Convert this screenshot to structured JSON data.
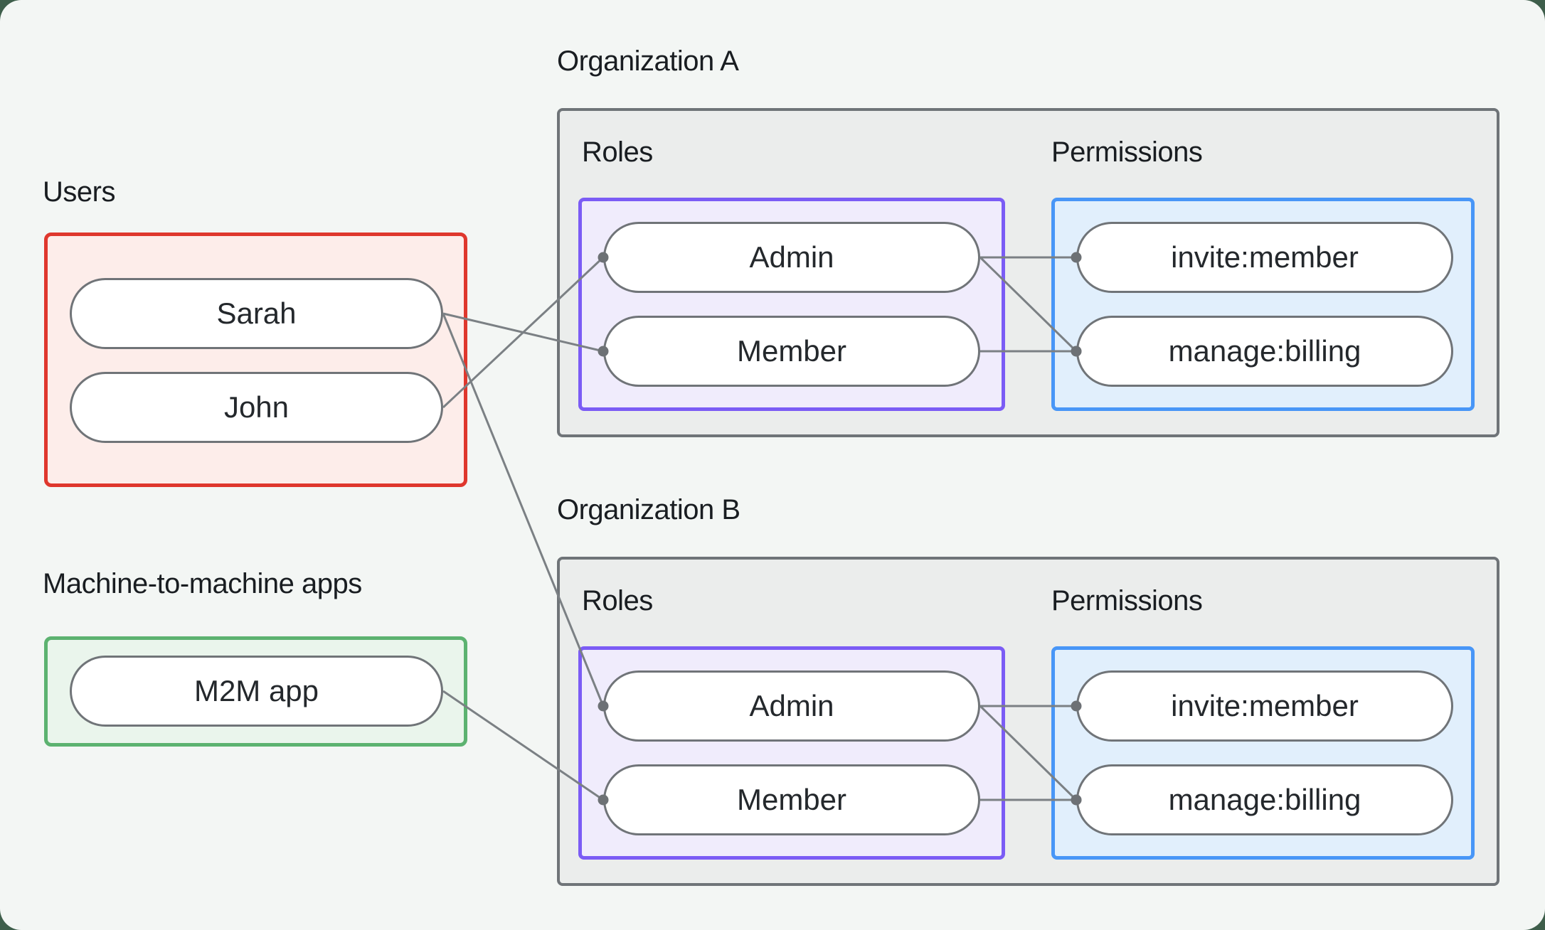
{
  "left_column": {
    "users_label": "Users",
    "users": [
      {
        "id": "sarah",
        "label": "Sarah"
      },
      {
        "id": "john",
        "label": "John"
      }
    ],
    "m2m_label": "Machine-to-machine apps",
    "m2m_apps": [
      {
        "id": "m2m",
        "label": "M2M app"
      }
    ]
  },
  "organizations": [
    {
      "title": "Organization A",
      "roles_label": "Roles",
      "permissions_label": "Permissions",
      "roles": [
        {
          "id": "a-admin",
          "label": "Admin"
        },
        {
          "id": "a-member",
          "label": "Member"
        }
      ],
      "permissions": [
        {
          "id": "a-invite",
          "label": "invite:member"
        },
        {
          "id": "a-manage",
          "label": "manage:billing"
        }
      ]
    },
    {
      "title": "Organization B",
      "roles_label": "Roles",
      "permissions_label": "Permissions",
      "roles": [
        {
          "id": "b-admin",
          "label": "Admin"
        },
        {
          "id": "b-member",
          "label": "Member"
        }
      ],
      "permissions": [
        {
          "id": "b-invite",
          "label": "invite:member"
        },
        {
          "id": "b-manage",
          "label": "manage:billing"
        }
      ]
    }
  ],
  "edges": [
    {
      "from": "sarah",
      "to": "a-member"
    },
    {
      "from": "sarah",
      "to": "b-admin"
    },
    {
      "from": "john",
      "to": "a-admin"
    },
    {
      "from": "m2m",
      "to": "b-member"
    },
    {
      "from": "a-admin",
      "to": "a-invite"
    },
    {
      "from": "a-admin",
      "to": "a-manage"
    },
    {
      "from": "a-member",
      "to": "a-manage"
    },
    {
      "from": "b-admin",
      "to": "b-invite"
    },
    {
      "from": "b-admin",
      "to": "b-manage"
    },
    {
      "from": "b-member",
      "to": "b-manage"
    }
  ],
  "colors": {
    "page_bg": "#f3f6f4",
    "outer_bg": "#3e5e4b",
    "heading_text": "#191d21",
    "pill_text": "#24282c",
    "pill_bg": "#ffffff",
    "pill_border": "#707478",
    "users_border": "#df372d",
    "users_bg": "#fdedea",
    "m2m_border": "#5cb270",
    "m2m_bg": "#eaf5ec",
    "org_border": "#6f7478",
    "org_bg": "#ebedec",
    "roles_border": "#7b5cf5",
    "roles_bg": "#f0ecfc",
    "permissions_border": "#4896f7",
    "permissions_bg": "#e1effc",
    "connector": "#7b8084",
    "dot": "#6d7175"
  }
}
